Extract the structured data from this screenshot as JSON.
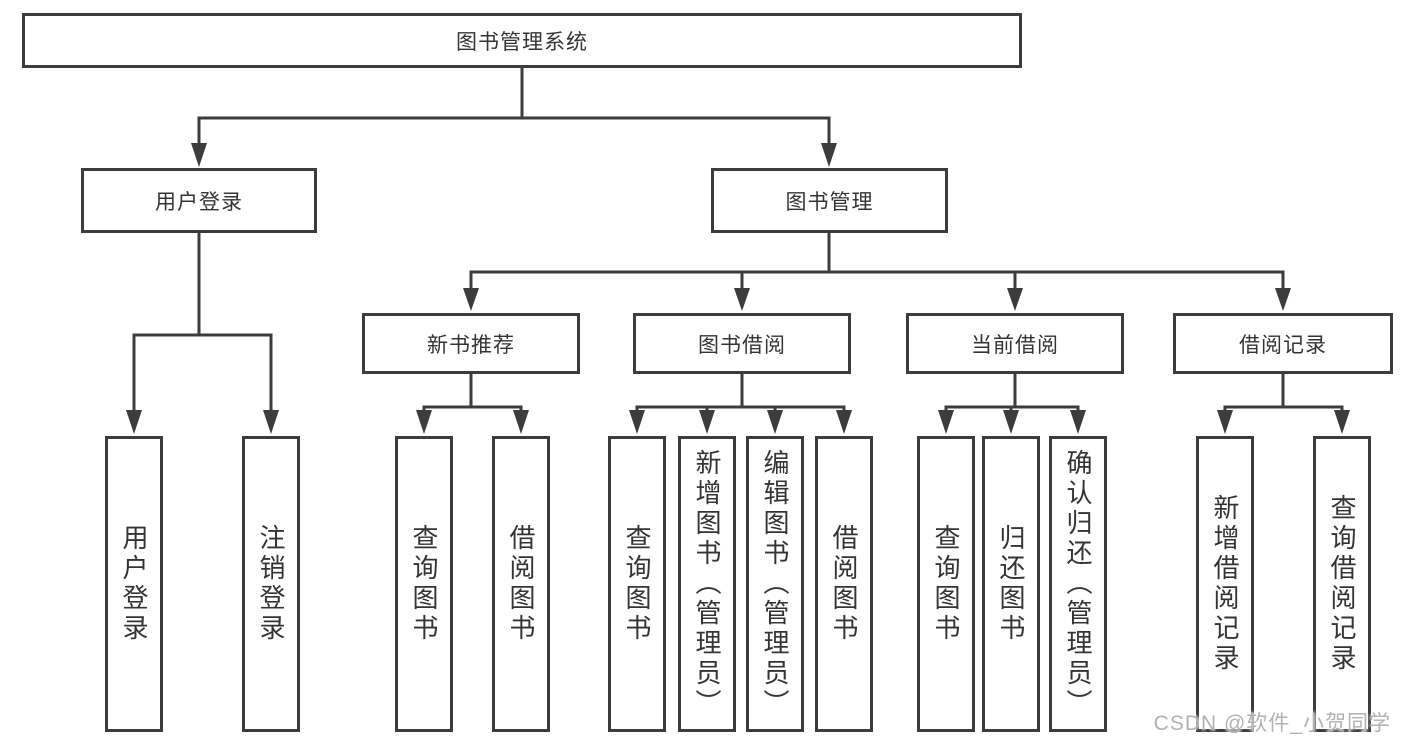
{
  "root": {
    "label": "图书管理系统"
  },
  "user_login": {
    "label": "用户登录",
    "children": [
      "用户登录",
      "注销登录"
    ]
  },
  "book_mgmt": {
    "label": "图书管理"
  },
  "new_book": {
    "label": "新书推荐",
    "children": [
      "查询图书",
      "借阅图书"
    ]
  },
  "borrow": {
    "label": "图书借阅",
    "children": [
      "查询图书",
      "新增图书（管理员）",
      "编辑图书（管理员）",
      "借阅图书"
    ]
  },
  "current": {
    "label": "当前借阅",
    "children": [
      "查询图书",
      "归还图书",
      "确认归还（管理员）"
    ]
  },
  "records": {
    "label": "借阅记录",
    "children": [
      "新增借阅记录",
      "查询借阅记录"
    ]
  },
  "watermark": "CSDN @软件_小贺同学",
  "colors": {
    "line": "#3c3c3c",
    "box_border": "#3c3c3c",
    "text": "#343434",
    "watermark": "#b2b2b2",
    "background": "#ffffff"
  }
}
